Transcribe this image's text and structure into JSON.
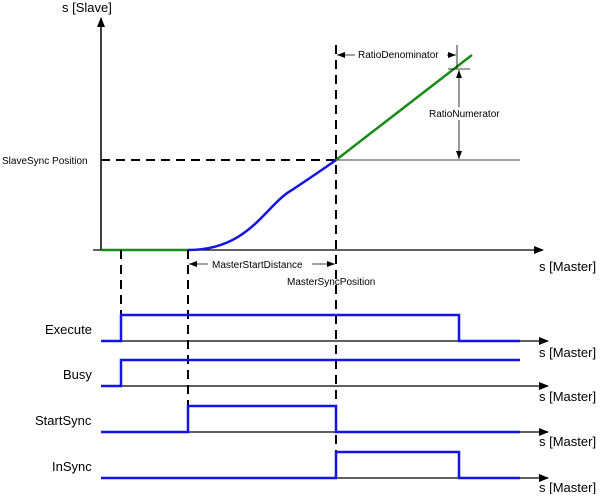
{
  "labels": {
    "y_axis": "s [Slave]",
    "x_axis_main": "s [Master]",
    "slave_sync_position": "SlaveSync Position",
    "ratio_denominator": "RatioDenominator",
    "ratio_numerator": "RatioNumerator",
    "master_start_distance": "MasterStartDistance",
    "master_sync_position": "MasterSyncPosition"
  },
  "signals": [
    {
      "id": "execute",
      "label": "Execute",
      "axis_label": "s [Master]"
    },
    {
      "id": "busy",
      "label": "Busy",
      "axis_label": "s [Master]"
    },
    {
      "id": "startsync",
      "label": "StartSync",
      "axis_label": "s [Master]"
    },
    {
      "id": "insync",
      "label": "InSync",
      "axis_label": "s [Master]"
    }
  ],
  "colors": {
    "slave_curve": "#1414e6",
    "ratio_line": "#1a8a1a",
    "signal": "#1414e6",
    "axis": "#000000"
  }
}
